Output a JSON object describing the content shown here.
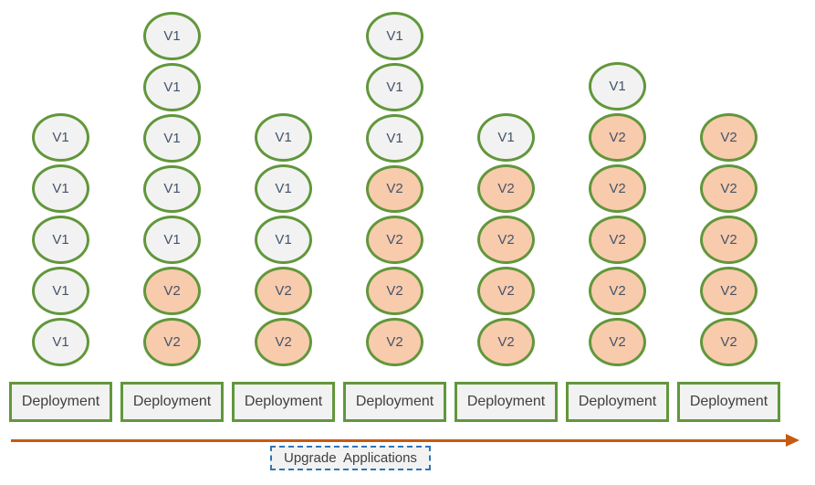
{
  "diagram": {
    "deployment_label": "Deployment",
    "arrow_label": "Upgrade  Applications",
    "pod_versions": {
      "old": "V1",
      "new": "V2"
    },
    "columns": [
      {
        "pods": [
          "V1",
          "V1",
          "V1",
          "V1",
          "V1"
        ]
      },
      {
        "pods": [
          "V1",
          "V1",
          "V1",
          "V1",
          "V1",
          "V2",
          "V2"
        ]
      },
      {
        "pods": [
          "V1",
          "V1",
          "V1",
          "V2",
          "V2"
        ]
      },
      {
        "pods": [
          "V1",
          "V1",
          "V1",
          "V2",
          "V2",
          "V2",
          "V2"
        ]
      },
      {
        "pods": [
          "V1",
          "V2",
          "V2",
          "V2",
          "V2"
        ]
      },
      {
        "pods": [
          "V1",
          "V2",
          "V2",
          "V2",
          "V2",
          "V2"
        ]
      },
      {
        "pods": [
          "V2",
          "V2",
          "V2",
          "V2",
          "V2"
        ]
      }
    ],
    "colors": {
      "v1_fill": "#F2F2F2",
      "v2_fill": "#F8CBAD",
      "pod_border": "#61973B",
      "pod_text": "#44546A",
      "box_fill": "#F2F2F2",
      "box_border": "#61973B",
      "box_text": "#404040",
      "arrow": "#C55A11",
      "label_border": "#2E75B6"
    }
  }
}
